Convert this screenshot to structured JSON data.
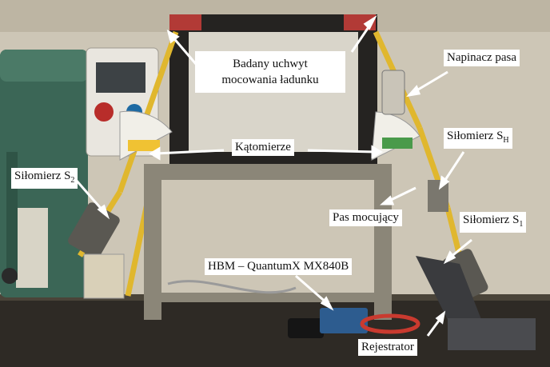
{
  "labels": {
    "badany": {
      "line1": "Badany uchwyt",
      "line2": "mocowania ładunku"
    },
    "napinacz": "Napinacz pasa",
    "katomierze": "Kątomierze",
    "silomierz_sh": {
      "text": "Siłomierz S",
      "sub": "H"
    },
    "silomierz_s2": {
      "text": "Siłomierz S",
      "sub": "2"
    },
    "pas": "Pas mocujący",
    "silomierz_s1": {
      "text": "Siłomierz S",
      "sub": "1"
    },
    "hbm": "HBM – QuantumX MX840B",
    "rejestrator": "Rejestrator"
  },
  "colors": {
    "background_wall": "#cfc9bb",
    "machine_green": "#3f6b5a",
    "frame_gray": "#8a8577",
    "strap_yellow": "#e0b72e",
    "bench_dark": "#2b2824"
  }
}
